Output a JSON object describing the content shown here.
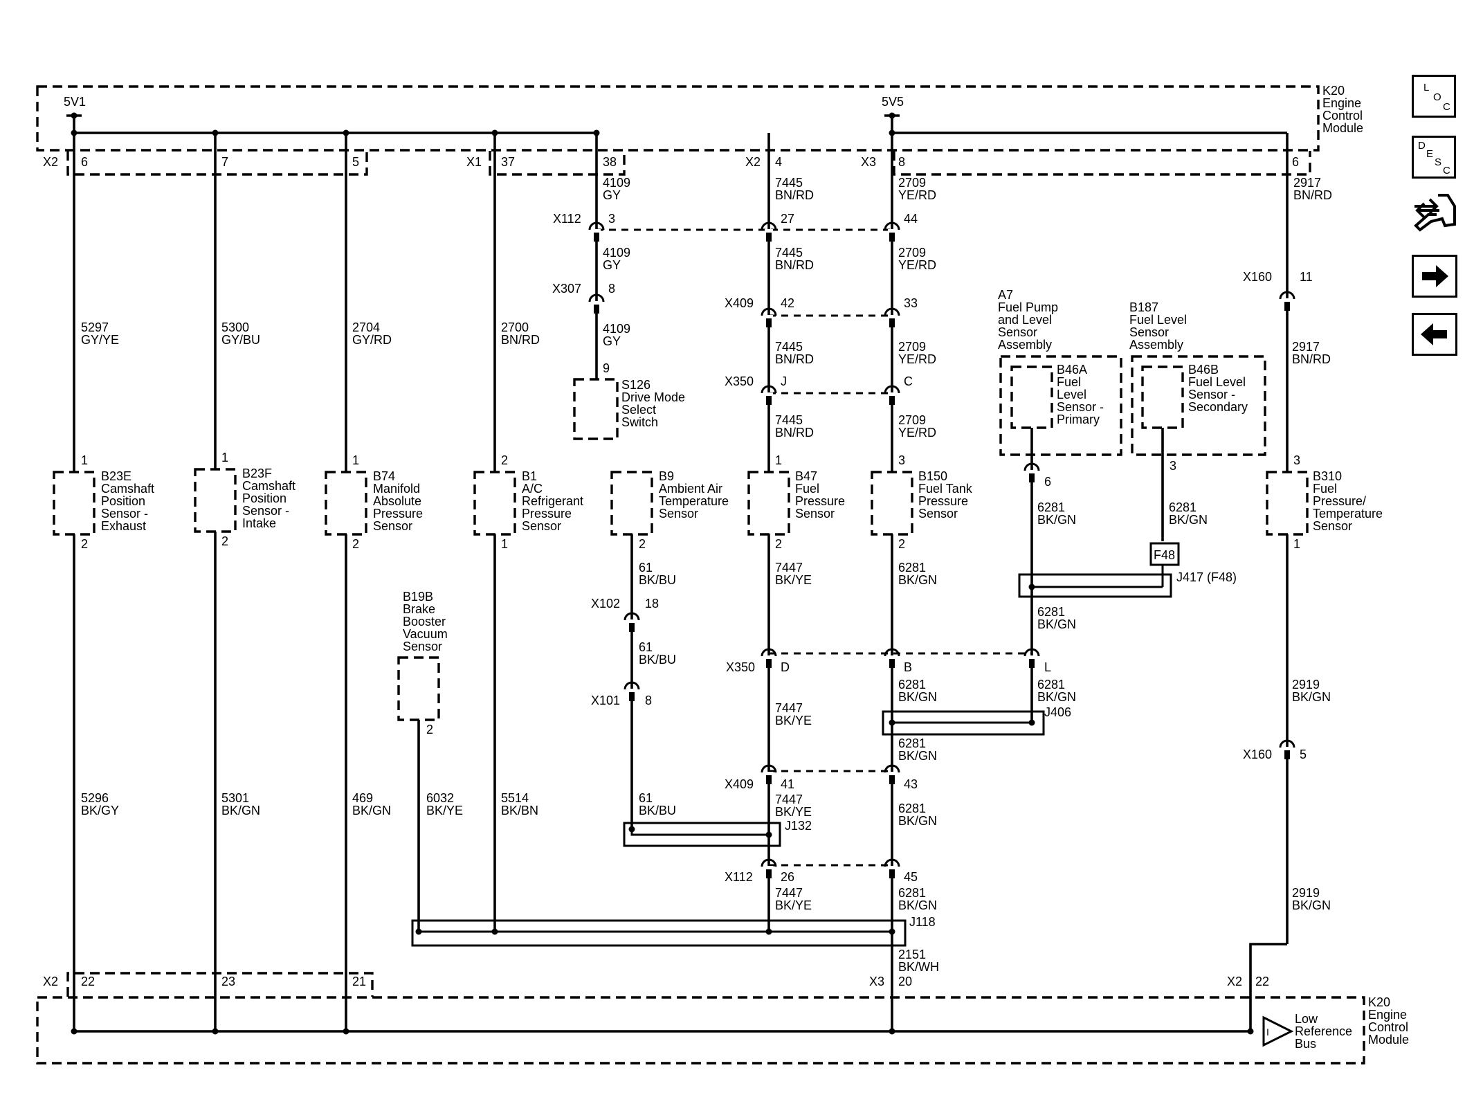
{
  "nav": {
    "loc_letters": [
      "L",
      "O",
      "C"
    ],
    "desc_letters": [
      "D",
      "E",
      "S",
      "C"
    ],
    "tools_icon": "connector-tools-icon",
    "next_icon": "arrow-right-icon",
    "prev_icon": "arrow-left-icon"
  },
  "labels": [
    {
      "id": "k20-top",
      "lines": [
        "K20",
        "Engine",
        "Control",
        "Module"
      ]
    },
    {
      "id": "k20-bottom",
      "lines": [
        "K20",
        "Engine",
        "Control",
        "Module"
      ]
    },
    {
      "id": "low-ref-bus",
      "lines": [
        "Low",
        "Reference",
        "Bus"
      ]
    },
    {
      "id": "5v1",
      "lines": [
        "5V1"
      ]
    },
    {
      "id": "5v5",
      "lines": [
        "5V5"
      ]
    },
    {
      "id": "x2-top-a",
      "lines": [
        "X2"
      ]
    },
    {
      "id": "p6-a",
      "lines": [
        "6"
      ]
    },
    {
      "id": "p7",
      "lines": [
        "7"
      ]
    },
    {
      "id": "p5",
      "lines": [
        "5"
      ]
    },
    {
      "id": "x1",
      "lines": [
        "X1"
      ]
    },
    {
      "id": "p37",
      "lines": [
        "37"
      ]
    },
    {
      "id": "p38",
      "lines": [
        "38"
      ]
    },
    {
      "id": "x2-top-b",
      "lines": [
        "X2"
      ]
    },
    {
      "id": "p4",
      "lines": [
        "4"
      ]
    },
    {
      "id": "x3-top",
      "lines": [
        "X3"
      ]
    },
    {
      "id": "p8-top",
      "lines": [
        "8"
      ]
    },
    {
      "id": "p6-b",
      "lines": [
        "6"
      ]
    },
    {
      "id": "w4109-1",
      "lines": [
        "4109",
        "GY"
      ]
    },
    {
      "id": "w7445-1",
      "lines": [
        "7445",
        "BN/RD"
      ]
    },
    {
      "id": "w2709-1",
      "lines": [
        "2709",
        "YE/RD"
      ]
    },
    {
      "id": "w2917-1",
      "lines": [
        "2917",
        "BN/RD"
      ]
    },
    {
      "id": "x112-top",
      "lines": [
        "X112"
      ]
    },
    {
      "id": "x112-3",
      "lines": [
        "3"
      ]
    },
    {
      "id": "x112-27",
      "lines": [
        "27"
      ]
    },
    {
      "id": "x112-44",
      "lines": [
        "44"
      ]
    },
    {
      "id": "w4109-2",
      "lines": [
        "4109",
        "GY"
      ]
    },
    {
      "id": "w7445-2",
      "lines": [
        "7445",
        "BN/RD"
      ]
    },
    {
      "id": "w2709-2",
      "lines": [
        "2709",
        "YE/RD"
      ]
    },
    {
      "id": "x307",
      "lines": [
        "X307"
      ]
    },
    {
      "id": "x307-8",
      "lines": [
        "8"
      ]
    },
    {
      "id": "x409-top",
      "lines": [
        "X409"
      ]
    },
    {
      "id": "x409-42",
      "lines": [
        "42"
      ]
    },
    {
      "id": "x409-33",
      "lines": [
        "33"
      ]
    },
    {
      "id": "x160-top",
      "lines": [
        "X160"
      ]
    },
    {
      "id": "x160-11",
      "lines": [
        "11"
      ]
    },
    {
      "id": "w5297",
      "lines": [
        "5297",
        "GY/YE"
      ]
    },
    {
      "id": "w5300",
      "lines": [
        "5300",
        "GY/BU"
      ]
    },
    {
      "id": "w2704",
      "lines": [
        "2704",
        "GY/RD"
      ]
    },
    {
      "id": "w2700",
      "lines": [
        "2700",
        "BN/RD"
      ]
    },
    {
      "id": "w4109-3",
      "lines": [
        "4109",
        "GY"
      ]
    },
    {
      "id": "w7445-3",
      "lines": [
        "7445",
        "BN/RD"
      ]
    },
    {
      "id": "w2709-3",
      "lines": [
        "2709",
        "YE/RD"
      ]
    },
    {
      "id": "w2917-2",
      "lines": [
        "2917",
        "BN/RD"
      ]
    },
    {
      "id": "a7",
      "lines": [
        "A7",
        "Fuel Pump",
        "and Level",
        "Sensor",
        "Assembly"
      ]
    },
    {
      "id": "b187",
      "lines": [
        "B187",
        "Fuel Level",
        "Sensor",
        "Assembly"
      ]
    },
    {
      "id": "x350-top",
      "lines": [
        "X350"
      ]
    },
    {
      "id": "x350-j",
      "lines": [
        "J"
      ]
    },
    {
      "id": "x350-c",
      "lines": [
        "C"
      ]
    },
    {
      "id": "s126-pin",
      "lines": [
        "9"
      ]
    },
    {
      "id": "s126",
      "lines": [
        "S126",
        "Drive Mode",
        "Select",
        "Switch"
      ]
    },
    {
      "id": "b46a",
      "lines": [
        "B46A",
        "Fuel",
        "Level",
        "Sensor -",
        "Primary"
      ]
    },
    {
      "id": "b46b",
      "lines": [
        "B46B",
        "Fuel Level",
        "Sensor -",
        "Secondary"
      ]
    },
    {
      "id": "w7445-4",
      "lines": [
        "7445",
        "BN/RD"
      ]
    },
    {
      "id": "w2709-4",
      "lines": [
        "2709",
        "YE/RD"
      ]
    },
    {
      "id": "b23e-p1",
      "lines": [
        "1"
      ]
    },
    {
      "id": "b23f-p1",
      "lines": [
        "1"
      ]
    },
    {
      "id": "b74-p1",
      "lines": [
        "1"
      ]
    },
    {
      "id": "b1-p2",
      "lines": [
        "2"
      ]
    },
    {
      "id": "b47-p1",
      "lines": [
        "1"
      ]
    },
    {
      "id": "b150-p3",
      "lines": [
        "3"
      ]
    },
    {
      "id": "b310-p3",
      "lines": [
        "3"
      ]
    },
    {
      "id": "b46a-p6",
      "lines": [
        "6"
      ]
    },
    {
      "id": "b46b-p3",
      "lines": [
        "3"
      ]
    },
    {
      "id": "b23e",
      "lines": [
        "B23E",
        "Camshaft",
        "Position",
        "Sensor -",
        "Exhaust"
      ]
    },
    {
      "id": "b23f",
      "lines": [
        "B23F",
        "Camshaft",
        "Position",
        "Sensor -",
        "Intake"
      ]
    },
    {
      "id": "b74",
      "lines": [
        "B74",
        "Manifold",
        "Absolute",
        "Pressure",
        "Sensor"
      ]
    },
    {
      "id": "b1",
      "lines": [
        "B1",
        "A/C",
        "Refrigerant",
        "Pressure",
        "Sensor"
      ]
    },
    {
      "id": "b9",
      "lines": [
        "B9",
        "Ambient Air",
        "Temperature",
        "Sensor"
      ]
    },
    {
      "id": "b47",
      "lines": [
        "B47",
        "Fuel",
        "Pressure",
        "Sensor"
      ]
    },
    {
      "id": "b150",
      "lines": [
        "B150",
        "Fuel Tank",
        "Pressure",
        "Sensor"
      ]
    },
    {
      "id": "b310",
      "lines": [
        "B310",
        "Fuel",
        "Pressure/",
        "Temperature",
        "Sensor"
      ]
    },
    {
      "id": "w6281-a",
      "lines": [
        "6281",
        "BK/GN"
      ]
    },
    {
      "id": "w6281-b",
      "lines": [
        "6281",
        "BK/GN"
      ]
    },
    {
      "id": "b23e-p2",
      "lines": [
        "2"
      ]
    },
    {
      "id": "b23f-p2",
      "lines": [
        "2"
      ]
    },
    {
      "id": "b74-p2",
      "lines": [
        "2"
      ]
    },
    {
      "id": "b1-p1",
      "lines": [
        "1"
      ]
    },
    {
      "id": "b9-p2",
      "lines": [
        "2"
      ]
    },
    {
      "id": "b47-p2",
      "lines": [
        "2"
      ]
    },
    {
      "id": "b150-p2",
      "lines": [
        "2"
      ]
    },
    {
      "id": "b310-p1",
      "lines": [
        "1"
      ]
    },
    {
      "id": "f48",
      "lines": [
        "F48"
      ]
    },
    {
      "id": "w61-1",
      "lines": [
        "61",
        "BK/BU"
      ]
    },
    {
      "id": "w7447-1",
      "lines": [
        "7447",
        "BK/YE"
      ]
    },
    {
      "id": "w6281-c",
      "lines": [
        "6281",
        "BK/GN"
      ]
    },
    {
      "id": "j417",
      "lines": [
        "J417  (F48)"
      ]
    },
    {
      "id": "b19b",
      "lines": [
        "B19B",
        "Brake",
        "Booster",
        "Vacuum",
        "Sensor"
      ]
    },
    {
      "id": "x102",
      "lines": [
        "X102"
      ]
    },
    {
      "id": "x102-18",
      "lines": [
        "18"
      ]
    },
    {
      "id": "w6281-d",
      "lines": [
        "6281",
        "BK/GN"
      ]
    },
    {
      "id": "w61-2",
      "lines": [
        "61",
        "BK/BU"
      ]
    },
    {
      "id": "x350-mid",
      "lines": [
        "X350"
      ]
    },
    {
      "id": "x350-d",
      "lines": [
        "D"
      ]
    },
    {
      "id": "x350-b",
      "lines": [
        "B"
      ]
    },
    {
      "id": "x350-l",
      "lines": [
        "L"
      ]
    },
    {
      "id": "w6281-e",
      "lines": [
        "6281",
        "BK/GN"
      ]
    },
    {
      "id": "w6281-f",
      "lines": [
        "6281",
        "BK/GN"
      ]
    },
    {
      "id": "w2919-1",
      "lines": [
        "2919",
        "BK/GN"
      ]
    },
    {
      "id": "x101",
      "lines": [
        "X101"
      ]
    },
    {
      "id": "x101-8",
      "lines": [
        "8"
      ]
    },
    {
      "id": "w7447-2",
      "lines": [
        "7447",
        "BK/YE"
      ]
    },
    {
      "id": "j406",
      "lines": [
        "J406"
      ]
    },
    {
      "id": "b19b-p2",
      "lines": [
        "2"
      ]
    },
    {
      "id": "w6281-g",
      "lines": [
        "6281",
        "BK/GN"
      ]
    },
    {
      "id": "x160-mid",
      "lines": [
        "X160"
      ]
    },
    {
      "id": "x160-5",
      "lines": [
        "5"
      ]
    },
    {
      "id": "x409-mid",
      "lines": [
        "X409"
      ]
    },
    {
      "id": "x409-41",
      "lines": [
        "41"
      ]
    },
    {
      "id": "x409-43",
      "lines": [
        "43"
      ]
    },
    {
      "id": "w5296",
      "lines": [
        "5296",
        "BK/GY"
      ]
    },
    {
      "id": "w5301",
      "lines": [
        "5301",
        "BK/GN"
      ]
    },
    {
      "id": "w469",
      "lines": [
        "469",
        "BK/GN"
      ]
    },
    {
      "id": "w6032",
      "lines": [
        "6032",
        "BK/YE"
      ]
    },
    {
      "id": "w5514",
      "lines": [
        "5514",
        "BK/BN"
      ]
    },
    {
      "id": "w61-3",
      "lines": [
        "61",
        "BK/BU"
      ]
    },
    {
      "id": "w7447-3",
      "lines": [
        "7447",
        "BK/YE"
      ]
    },
    {
      "id": "w6281-h",
      "lines": [
        "6281",
        "BK/GN"
      ]
    },
    {
      "id": "j132",
      "lines": [
        "J132"
      ]
    },
    {
      "id": "x112-mid",
      "lines": [
        "X112"
      ]
    },
    {
      "id": "x112-26",
      "lines": [
        "26"
      ]
    },
    {
      "id": "x112-45",
      "lines": [
        "45"
      ]
    },
    {
      "id": "w7447-4",
      "lines": [
        "7447",
        "BK/YE"
      ]
    },
    {
      "id": "w6281-i",
      "lines": [
        "6281",
        "BK/GN"
      ]
    },
    {
      "id": "w2919-2",
      "lines": [
        "2919",
        "BK/GN"
      ]
    },
    {
      "id": "j118",
      "lines": [
        "J118"
      ]
    },
    {
      "id": "w2151",
      "lines": [
        "2151",
        "BK/WH"
      ]
    },
    {
      "id": "x2-bot-a",
      "lines": [
        "X2"
      ]
    },
    {
      "id": "p22-a",
      "lines": [
        "22"
      ]
    },
    {
      "id": "p23",
      "lines": [
        "23"
      ]
    },
    {
      "id": "p21",
      "lines": [
        "21"
      ]
    },
    {
      "id": "x3-bot",
      "lines": [
        "X3"
      ]
    },
    {
      "id": "p20",
      "lines": [
        "20"
      ]
    },
    {
      "id": "x2-bot-b",
      "lines": [
        "X2"
      ]
    },
    {
      "id": "p22-b",
      "lines": [
        "22"
      ]
    },
    {
      "id": "bus-i",
      "lines": [
        "I"
      ]
    }
  ]
}
